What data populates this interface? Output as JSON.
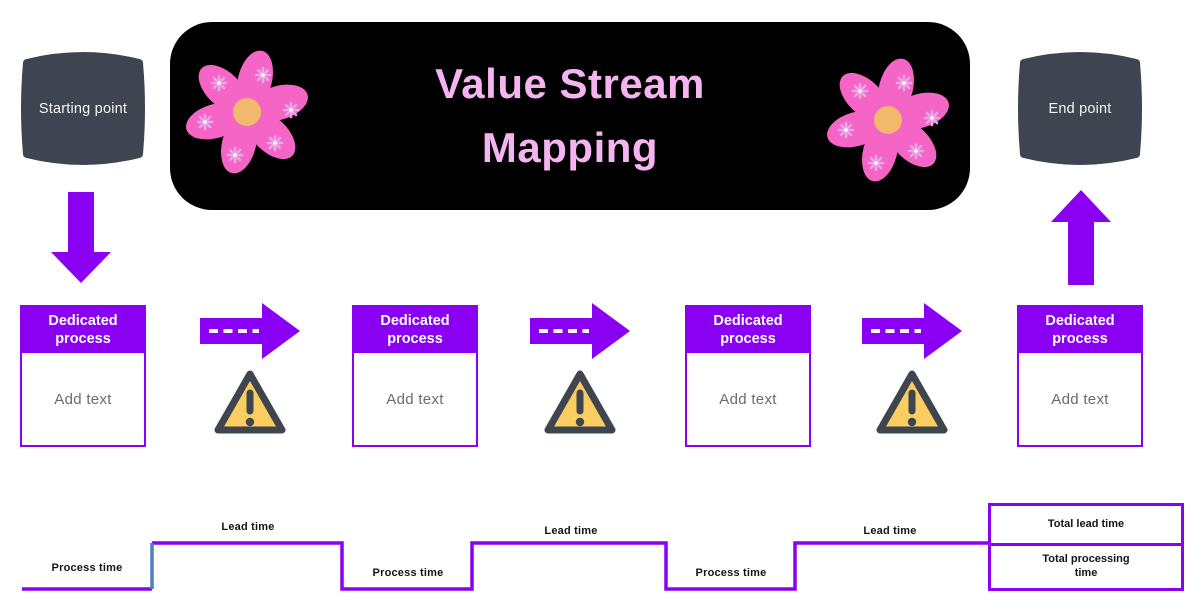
{
  "banner": {
    "title": "Value Stream Mapping"
  },
  "nodes": {
    "start": "Starting point",
    "end": "End point"
  },
  "processes": [
    {
      "header": "Dedicated process",
      "body": "Add text"
    },
    {
      "header": "Dedicated process",
      "body": "Add text"
    },
    {
      "header": "Dedicated process",
      "body": "Add text"
    },
    {
      "header": "Dedicated process",
      "body": "Add text"
    }
  ],
  "timeline": {
    "labels": [
      "Process time",
      "Lead time",
      "Process time",
      "Lead time",
      "Process time",
      "Lead time"
    ],
    "totals": {
      "lead": "Total lead time",
      "processing": "Total processing time"
    }
  },
  "colors": {
    "accent_purple": "#8A00F2",
    "title_pink": "#F4B4F0",
    "flower_pink": "#F565C6",
    "flower_center": "#F2B96C",
    "sparkle_pink": "#E9A6E9",
    "node_slate": "#3E4551",
    "warning_fill": "#FACD60",
    "warning_border": "#3F454F",
    "timeline_riser_blue": "#4E7FBE",
    "banner_bg": "#000000"
  }
}
